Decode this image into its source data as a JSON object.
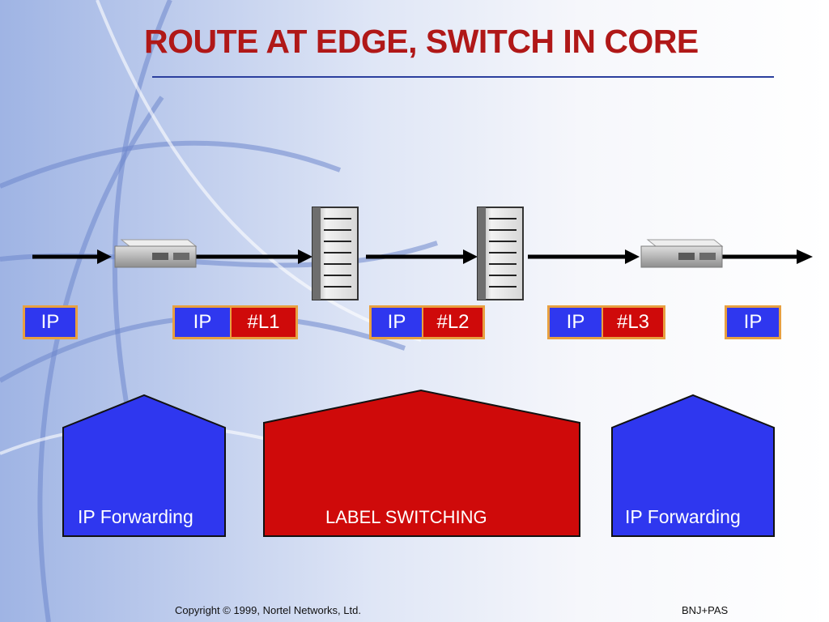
{
  "slide": {
    "title": "ROUTE AT EDGE, SWITCH IN CORE",
    "colors": {
      "title_red": "#b01818",
      "ip_blue": "#2f37ef",
      "label_red": "#cf0a0a",
      "packet_border": "#e8a040",
      "rule_blue": "#2b3f9e"
    }
  },
  "packets": [
    {
      "cells": [
        "IP"
      ]
    },
    {
      "cells": [
        "IP",
        "#L1"
      ]
    },
    {
      "cells": [
        "IP",
        "#L2"
      ]
    },
    {
      "cells": [
        "IP",
        "#L3"
      ]
    },
    {
      "cells": [
        "IP"
      ]
    }
  ],
  "devices": [
    {
      "icon": "edge-router-icon"
    },
    {
      "icon": "core-switch-icon"
    },
    {
      "icon": "core-switch-icon"
    },
    {
      "icon": "edge-router-icon"
    }
  ],
  "zones": [
    {
      "label": "IP Forwarding"
    },
    {
      "label": "LABEL SWITCHING"
    },
    {
      "label": "IP Forwarding"
    }
  ],
  "footer": {
    "copyright": "Copyright © 1999, Nortel Networks, Ltd.",
    "right_tag": "BNJ+PAS"
  }
}
